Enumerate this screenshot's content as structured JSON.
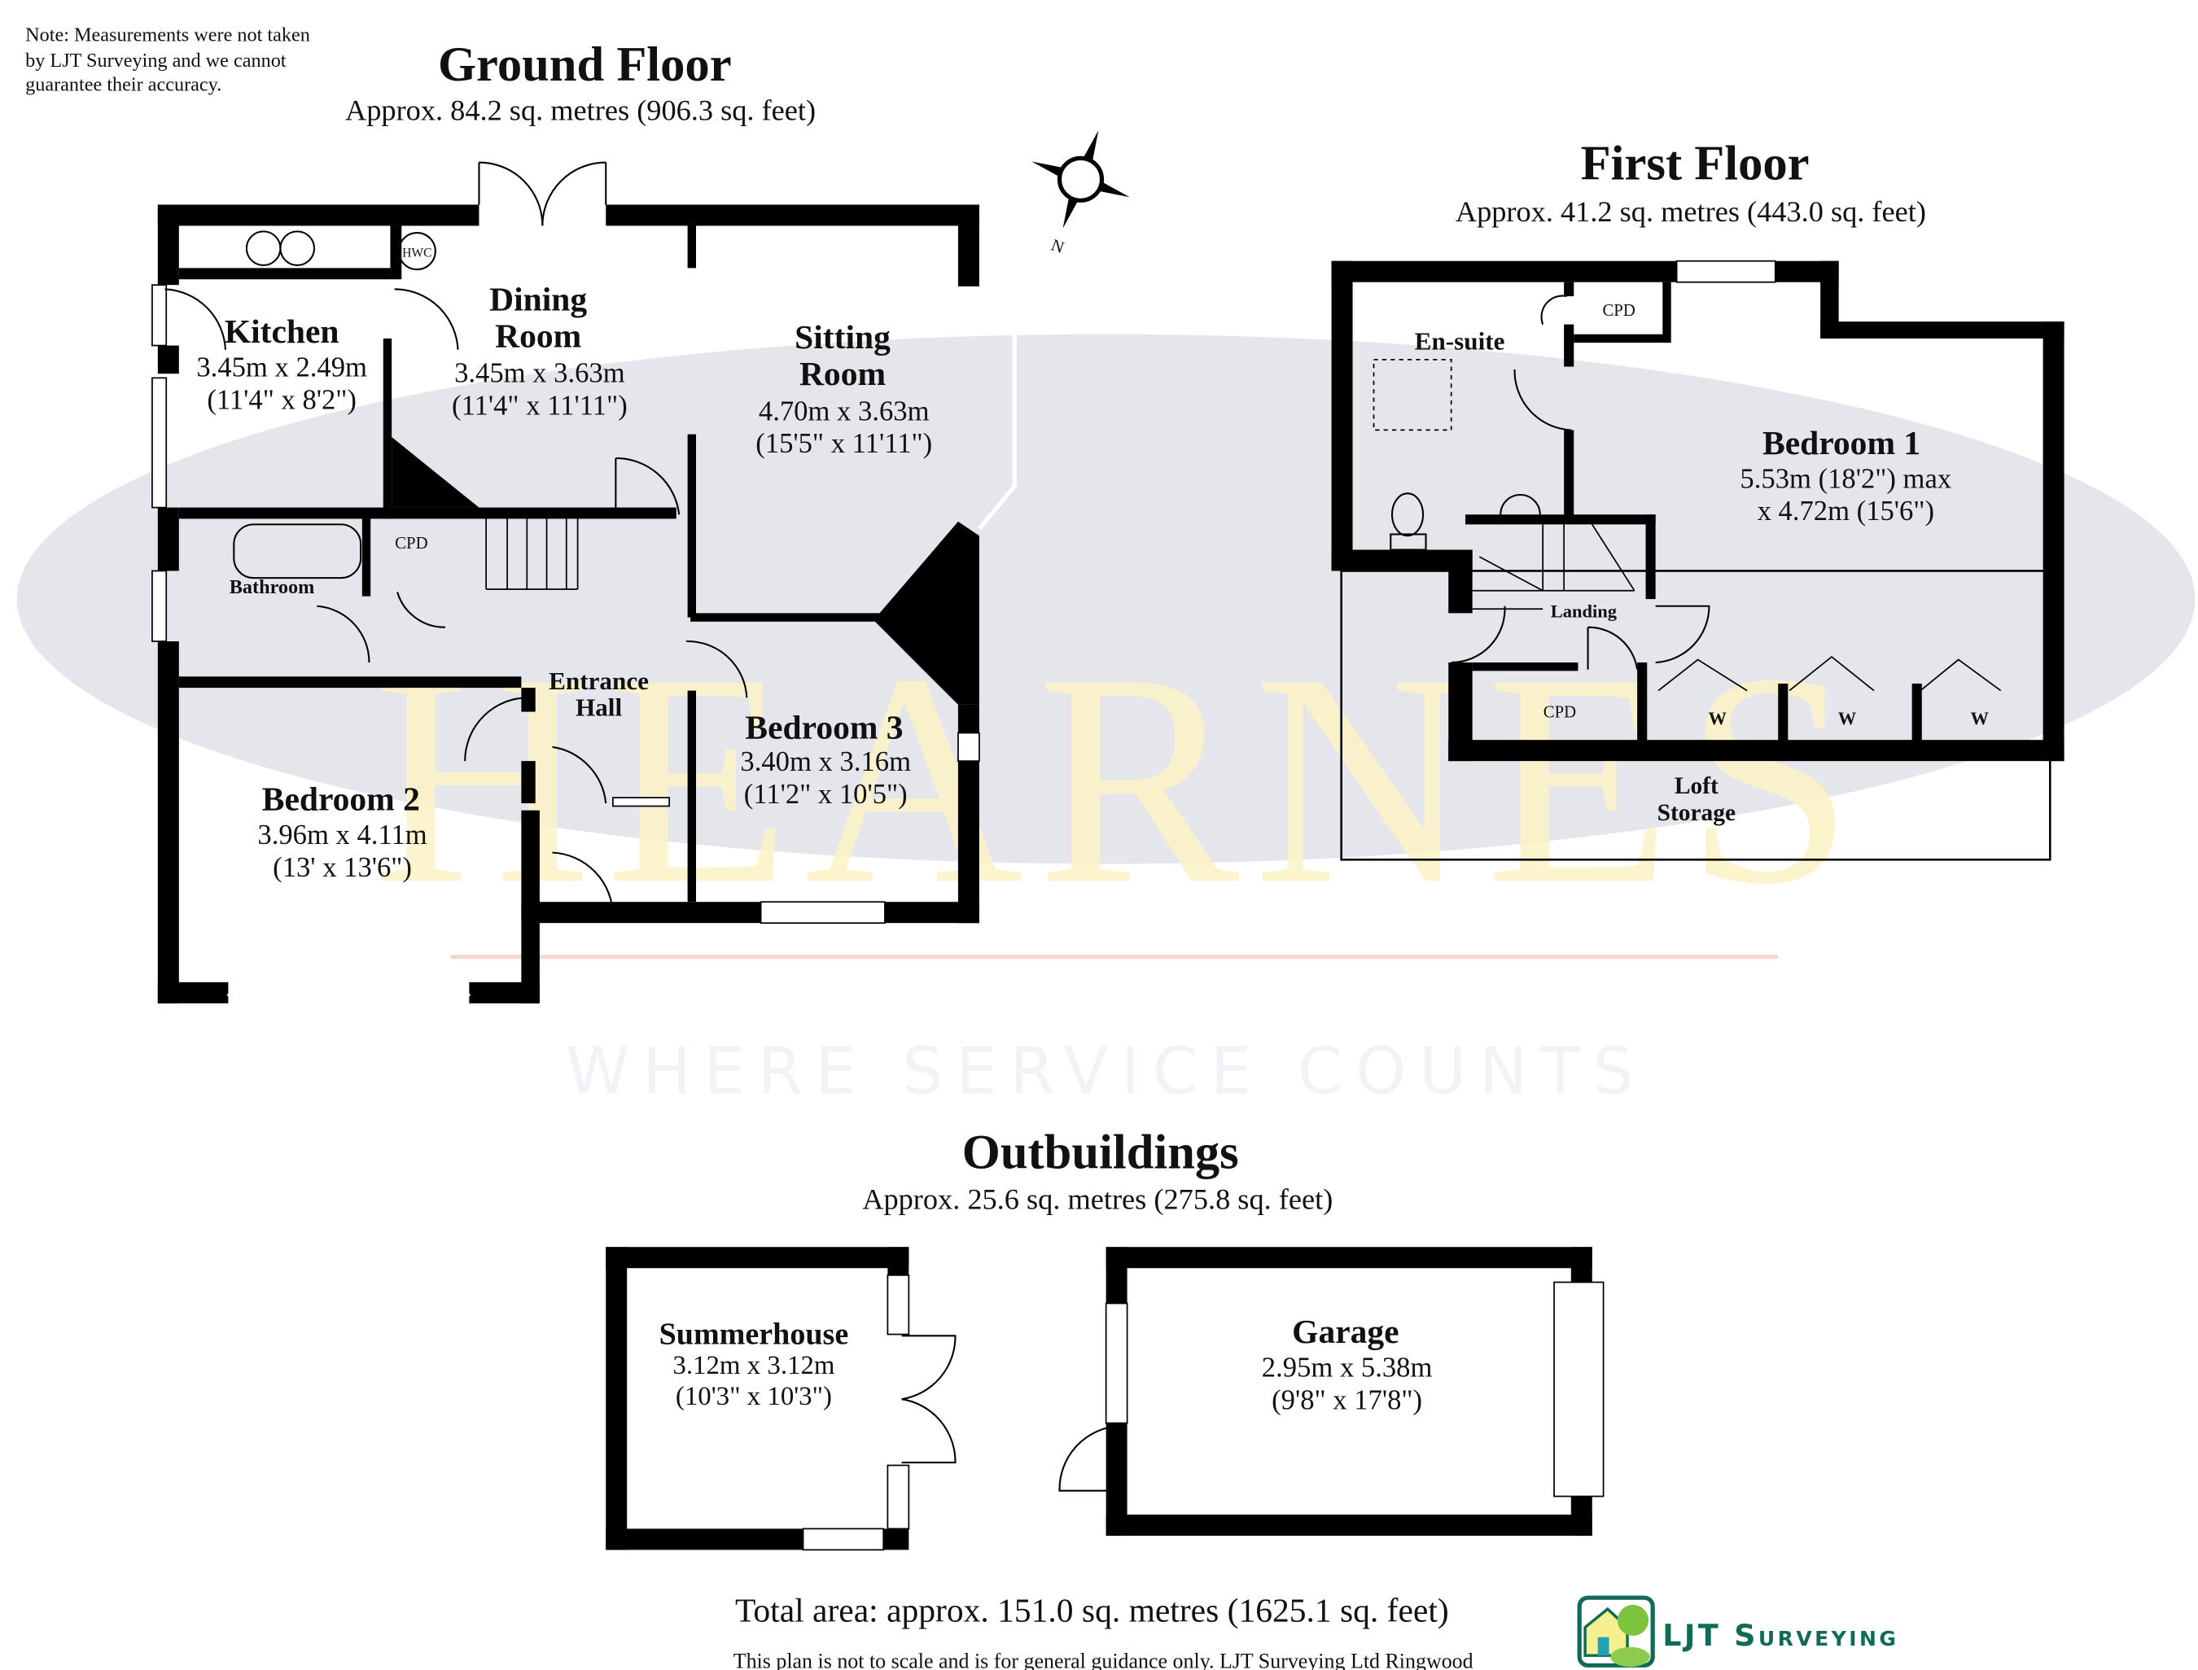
{
  "note": [
    "Note: Measurements were not taken",
    "by LJT Surveying and we cannot",
    "guarantee their accuracy."
  ],
  "watermark": {
    "brand": "HEARNES",
    "tagline": "WHERE SERVICE COUNTS"
  },
  "ground_floor": {
    "title": "Ground Floor",
    "area": "Approx. 84.2 sq. metres (906.3 sq. feet)",
    "rooms": {
      "kitchen": {
        "name": "Kitchen",
        "metric": "3.45m x 2.49m",
        "imperial": "(11'4\" x 8'2\")"
      },
      "dining": {
        "name1": "Dining",
        "name2": "Room",
        "metric": "3.45m x 3.63m",
        "imperial": "(11'4\" x 11'11\")"
      },
      "sitting": {
        "name1": "Sitting",
        "name2": "Room",
        "metric": "4.70m x 3.63m",
        "imperial": "(15'5\" x 11'11\")"
      },
      "bathroom": {
        "name": "Bathroom"
      },
      "cpd": {
        "name": "CPD"
      },
      "hwc": {
        "name": "HWC"
      },
      "hall": {
        "name1": "Entrance",
        "name2": "Hall"
      },
      "bedroom3": {
        "name": "Bedroom 3",
        "metric": "3.40m x 3.16m",
        "imperial": "(11'2\" x 10'5\")"
      },
      "bedroom2": {
        "name": "Bedroom 2",
        "metric": "3.96m x 4.11m",
        "imperial": "(13' x 13'6\")"
      }
    }
  },
  "first_floor": {
    "title": "First Floor",
    "area": "Approx. 41.2 sq. metres (443.0 sq. feet)",
    "rooms": {
      "ensuite": {
        "name": "En-suite"
      },
      "cpd_top": {
        "name": "CPD"
      },
      "cpd_bottom": {
        "name": "CPD"
      },
      "landing": {
        "name": "Landing"
      },
      "bedroom1": {
        "name": "Bedroom 1",
        "line1": "5.53m (18'2\") max",
        "line2": "x 4.72m (15'6\")"
      },
      "wardrobes": [
        "W",
        "W",
        "W"
      ],
      "loft": {
        "name1": "Loft",
        "name2": "Storage"
      }
    }
  },
  "outbuildings": {
    "title": "Outbuildings",
    "area": "Approx. 25.6 sq. metres (275.8 sq. feet)",
    "summerhouse": {
      "name": "Summerhouse",
      "metric": "3.12m x 3.12m",
      "imperial": "(10'3\" x 10'3\")"
    },
    "garage": {
      "name": "Garage",
      "metric": "2.95m x 5.38m",
      "imperial": "(9'8\" x 17'8\")"
    }
  },
  "footer": {
    "total": "Total area: approx. 151.0 sq. metres (1625.1 sq. feet)",
    "disclaimer": "This plan is not to scale and is for general guidance only. LJT Surveying Ltd Ringwood",
    "logo_text": "LJT Surveying"
  },
  "compass": {
    "label": "N"
  },
  "colors": {
    "watermark_ellipse": "#dfe2e8",
    "watermark_text": "#fbf3c8",
    "logo_green": "#0f6b55"
  }
}
